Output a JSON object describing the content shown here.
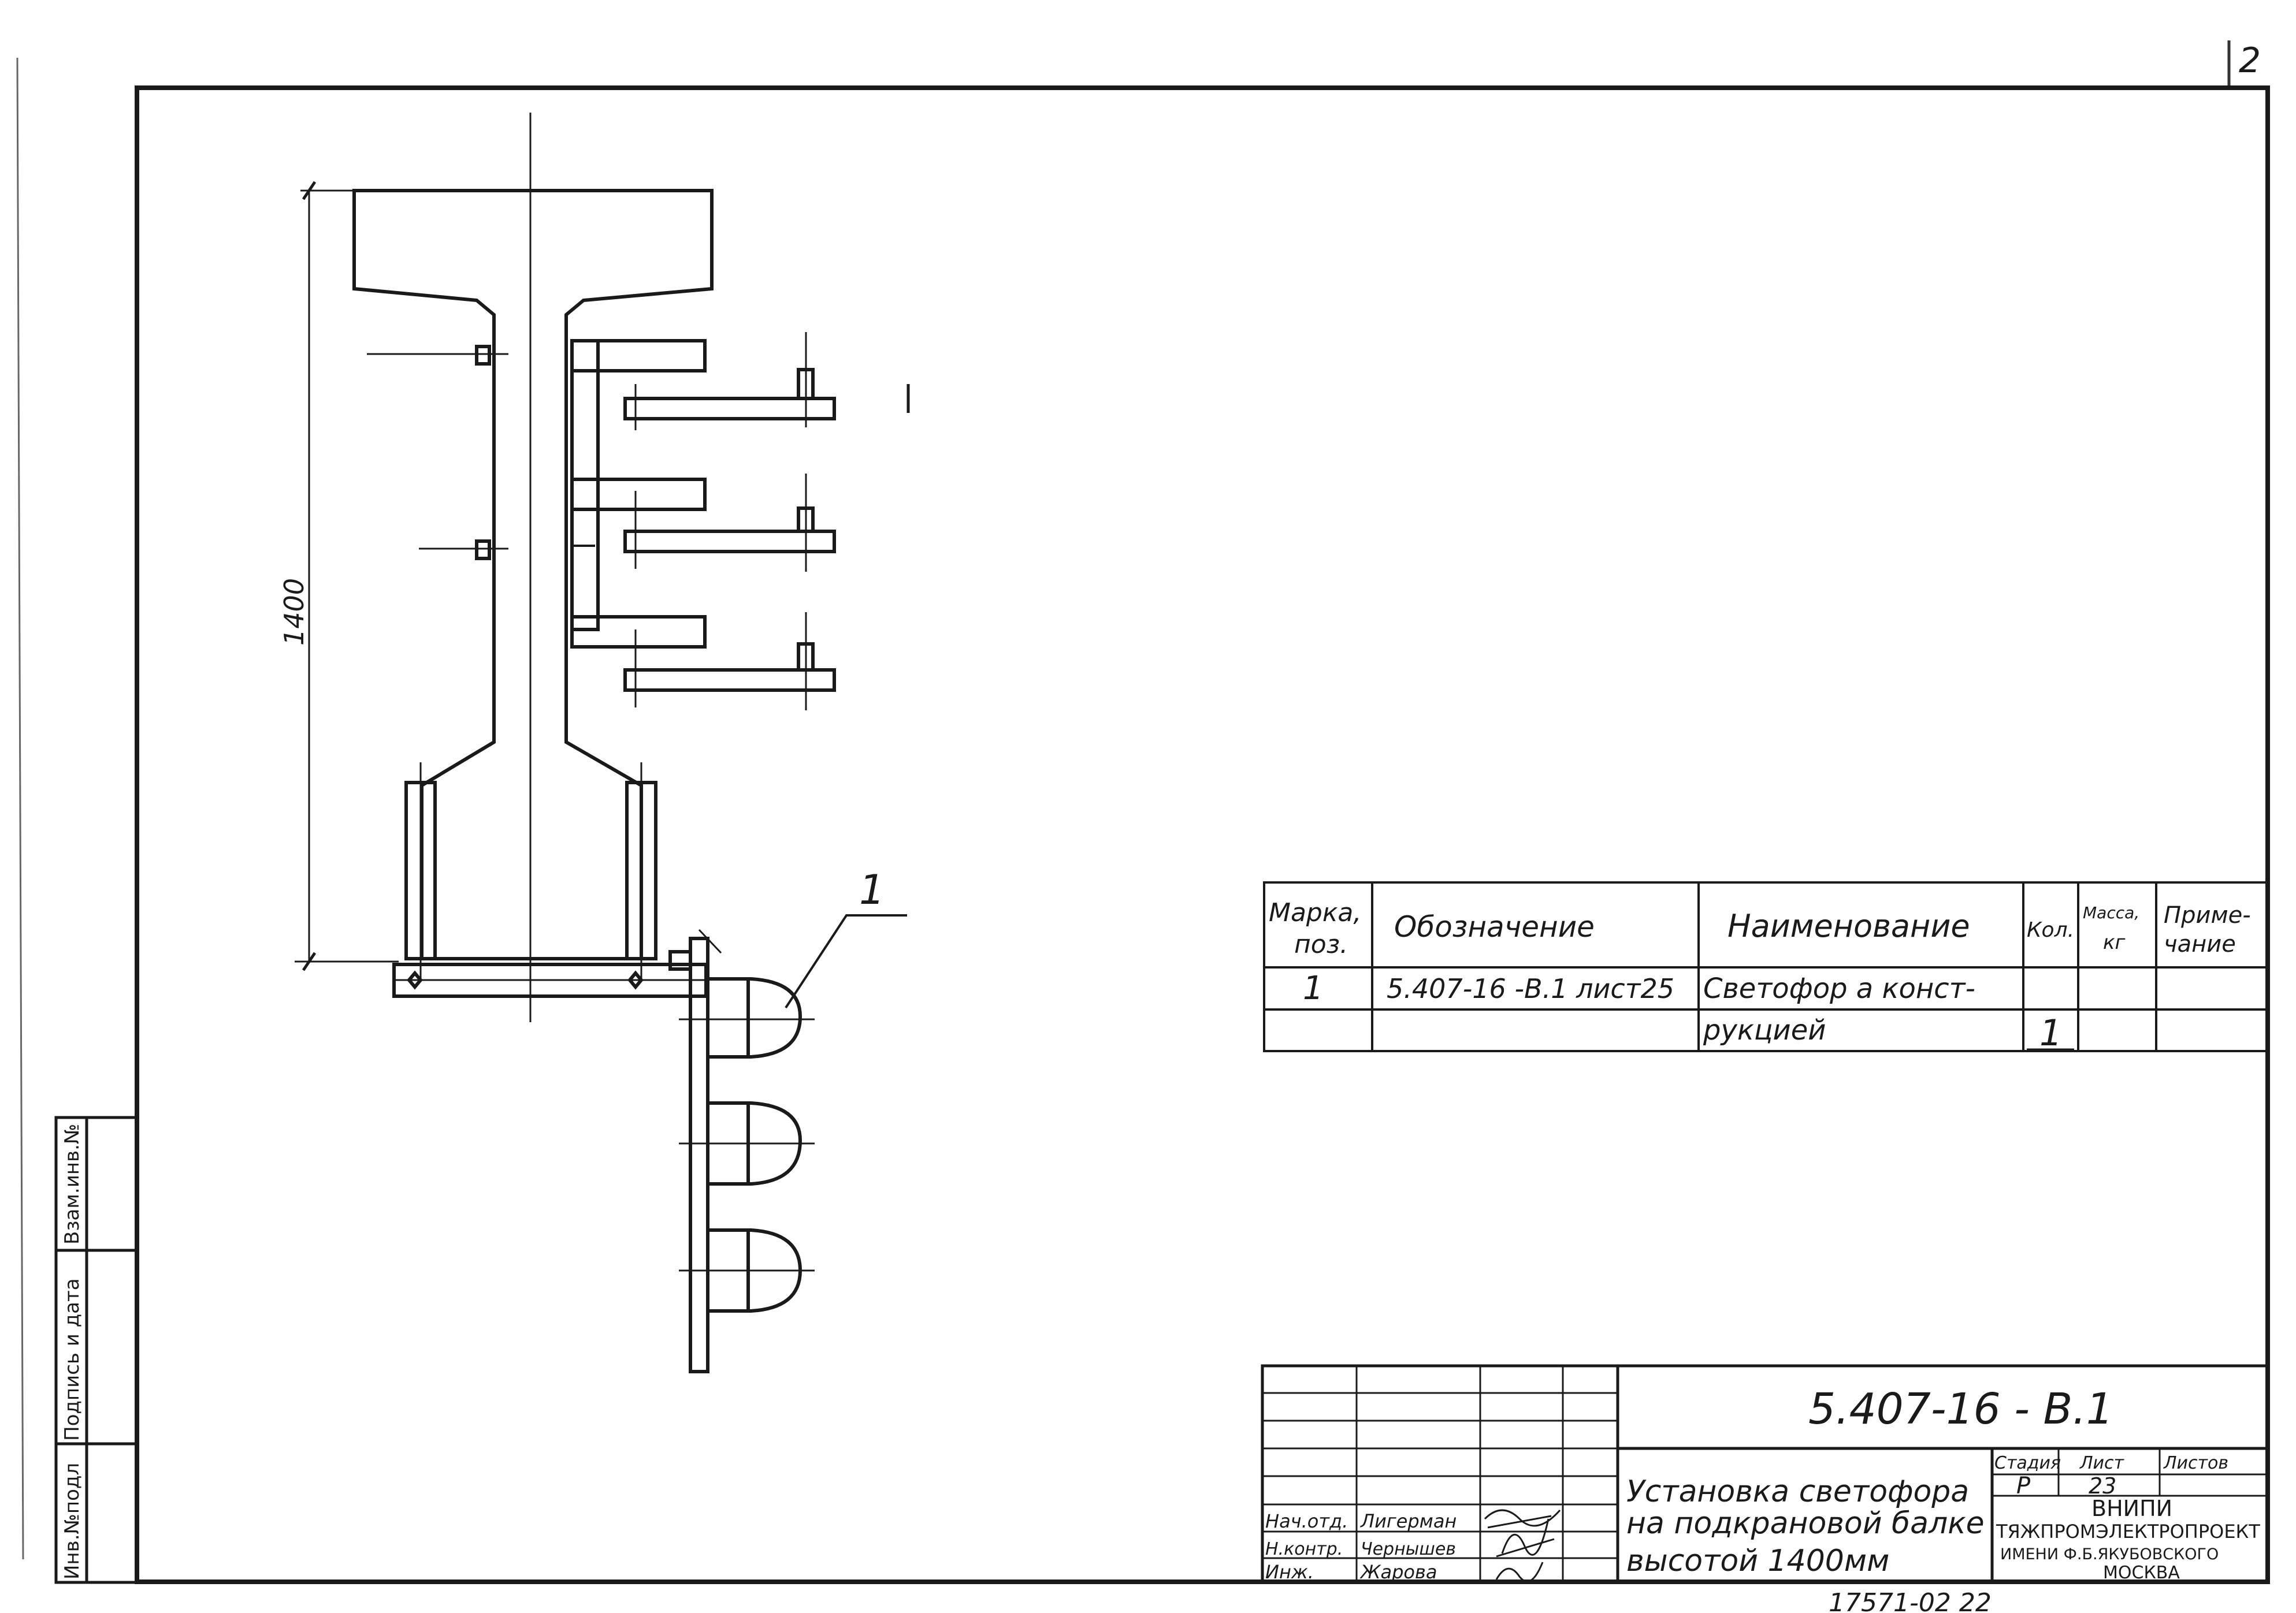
{
  "sheet_corner_mark": "2",
  "drawing": {
    "dimension_height": "1400",
    "leader_position": "1"
  },
  "spec_table": {
    "headers": {
      "mark": [
        "Марка,",
        "поз."
      ],
      "designation": "Обозначение",
      "name": "Наименование",
      "qty": "Кол.",
      "mass": [
        "Масса,",
        "кг"
      ],
      "note": [
        "Приме-",
        "чание"
      ]
    },
    "row": {
      "mark": "1",
      "designation": "5.407-16 -В.1 лист25",
      "name_line1": "Светофор а конст-",
      "name_line2": "рукцией",
      "qty": "1"
    }
  },
  "side_stamp": {
    "labels": [
      "Инв.№подл",
      "Подпись и дата",
      "Взам.инв.№"
    ]
  },
  "title_block": {
    "document_code": "5.407-16 - В.1",
    "title_line1": "Установка светофора",
    "title_line2": "на подкрановой балке",
    "title_line3": "высотой 1400мм",
    "stage_label": "Стадия",
    "sheet_label": "Лист",
    "sheets_label": "Листов",
    "stage_value": "Р",
    "sheet_value": "23",
    "org_line1": "ВНИПИ",
    "org_line2": "ТЯЖПРОМЭЛЕКТРОПРОЕКТ",
    "org_line3": "ИМЕНИ Ф.Б.ЯКУБОВСКОГО",
    "org_line4": "МОСКВА",
    "roles": [
      {
        "role": "Нач.отд.",
        "name": "Лигерман"
      },
      {
        "role": "Н.контр.",
        "name": "Чернышев"
      },
      {
        "role": "Инж.",
        "name": "Жарова"
      }
    ]
  },
  "bottom_number": "17571-02   22"
}
